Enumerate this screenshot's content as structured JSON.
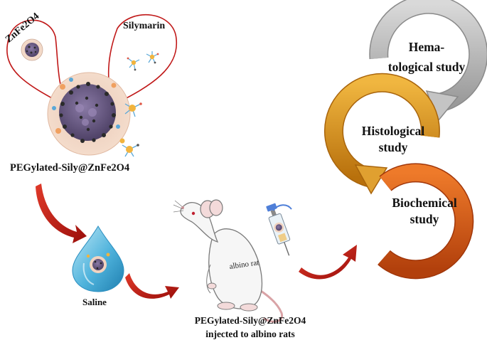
{
  "labels": {
    "znfe2o4": "ZnFe2O4",
    "silymarin": "Silymarin",
    "nanoparticle_caption": "PEGylated-Sily@ZnFe2O4",
    "saline": "Saline",
    "rat_body_text": "albino rat",
    "injection_line1": "PEGylated-Sily@ZnFe2O4",
    "injection_line2": "injected to albino rats",
    "study_hema_line1": "Hema-",
    "study_hema_line2": "tological study",
    "study_histo_line1": "Histological",
    "study_histo_line2": "study",
    "study_bio_line1": "Biochemical",
    "study_bio_line2": "study"
  },
  "colors": {
    "callout_outline": "#c01818",
    "red_arrow": "#c81a12",
    "gray_ring": "#b8b8b8",
    "orange_ring": "#d8921c",
    "red_orange_ring": "#d55a16",
    "saline_drop": "#4fb3dc",
    "nanoparticle_shell": "#f1d3c0",
    "nanoparticle_core": "#6f5e8a"
  },
  "icons": [
    "nanoparticle-icon",
    "silymarin-molecule-icon",
    "saline-drop-icon",
    "albino-rat-icon",
    "syringe-icon",
    "curved-arrow-icon",
    "cycle-arrow-icon"
  ]
}
